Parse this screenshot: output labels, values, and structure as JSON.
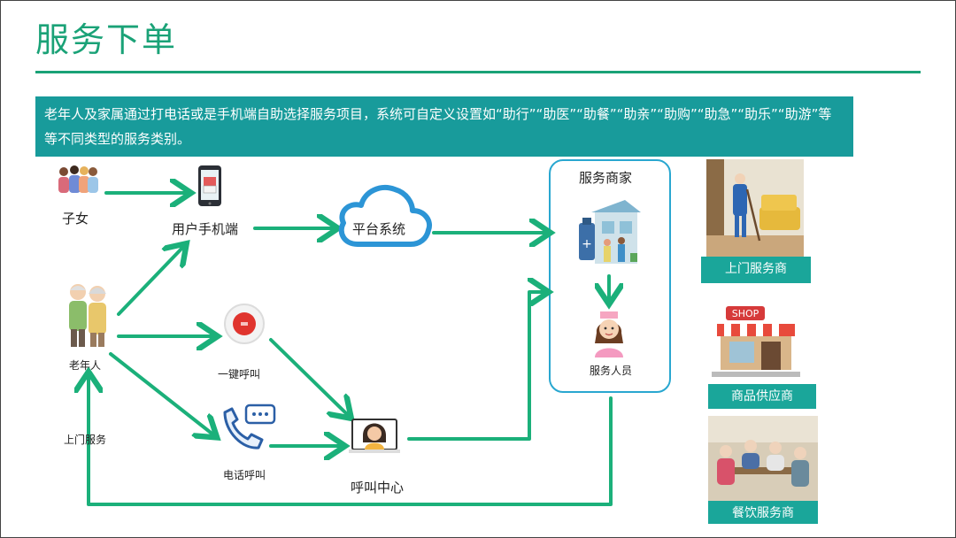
{
  "page": {
    "title": "服务下单",
    "description": "老年人及家属通过打电话或是手机端自助选择服务项目，系统可自定义设置如“助行”“助医”“助餐”“助亲”“助购”“助急”“助乐”“助游”等等不同类型的服务类别。"
  },
  "nodes": {
    "children": "子女",
    "user_app": "用户手机端",
    "platform": "平台系统",
    "merchant": "服务商家",
    "elderly": "老年人",
    "one_key_call": "一键呼叫",
    "phone_call": "电话呼叫",
    "call_center": "呼叫中心",
    "staff": "服务人员",
    "home_service_return": "上门服务"
  },
  "providers": {
    "home_service": "上门服务商",
    "goods_supplier": "商品供应商",
    "catering": "餐饮服务商"
  },
  "colors": {
    "accent_green": "#1aa277",
    "arrow_green": "#1bb07a",
    "teal_bar": "#189b9b",
    "merchant_border": "#29a7d0"
  }
}
